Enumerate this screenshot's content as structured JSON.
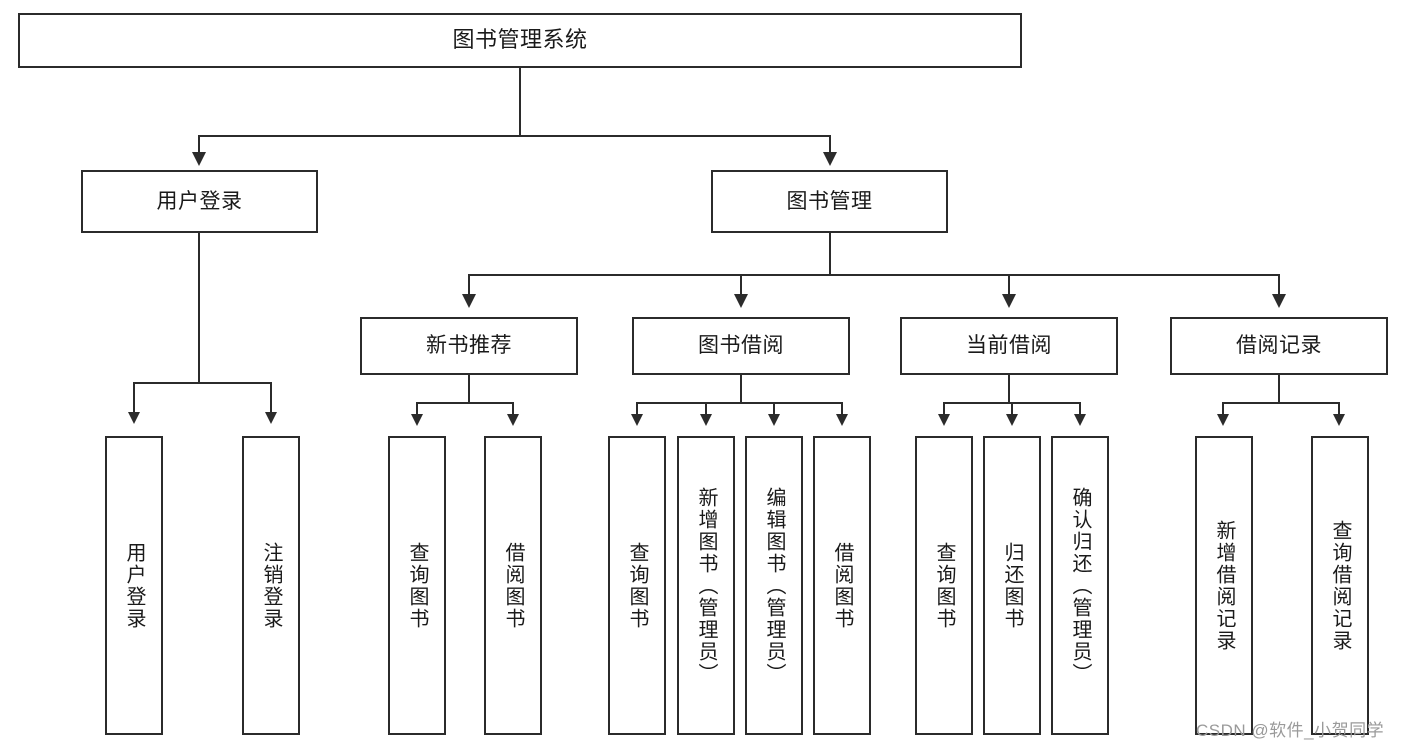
{
  "diagram": {
    "title": "图书管理系统",
    "type": "functional-decomposition-tree",
    "root": {
      "label": "图书管理系统"
    },
    "level2": [
      {
        "id": "user-login",
        "label": "用户登录"
      },
      {
        "id": "book-management",
        "label": "图书管理"
      }
    ],
    "level3": [
      {
        "id": "new-book-recommend",
        "label": "新书推荐"
      },
      {
        "id": "book-borrow",
        "label": "图书借阅"
      },
      {
        "id": "current-borrow",
        "label": "当前借阅"
      },
      {
        "id": "borrow-record",
        "label": "借阅记录"
      }
    ],
    "leaves": {
      "user_login": [
        {
          "id": "leaf-user-login",
          "label": "用户登录"
        },
        {
          "id": "leaf-logout-login",
          "label": "注销登录"
        }
      ],
      "new_book_recommend": [
        {
          "id": "leaf-query-book-1",
          "label": "查询图书"
        },
        {
          "id": "leaf-borrow-book-1",
          "label": "借阅图书"
        }
      ],
      "book_borrow": [
        {
          "id": "leaf-query-book-2",
          "label": "查询图书"
        },
        {
          "id": "leaf-add-book-admin",
          "label": "新增图书（管理员）"
        },
        {
          "id": "leaf-edit-book-admin",
          "label": "编辑图书（管理员）"
        },
        {
          "id": "leaf-borrow-book-2",
          "label": "借阅图书"
        }
      ],
      "current_borrow": [
        {
          "id": "leaf-query-book-3",
          "label": "查询图书"
        },
        {
          "id": "leaf-return-book",
          "label": "归还图书"
        },
        {
          "id": "leaf-confirm-return-admin",
          "label": "确认归还（管理员）"
        }
      ],
      "borrow_record": [
        {
          "id": "leaf-add-borrow-record",
          "label": "新增借阅记录"
        },
        {
          "id": "leaf-query-borrow-record",
          "label": "查询借阅记录"
        }
      ]
    }
  },
  "watermark": {
    "text": "CSDN @软件_小贺同学"
  },
  "colors": {
    "border": "#2b2b2b",
    "background": "#ffffff",
    "text": "#1a1a1a",
    "watermark": "#9a9a9a"
  }
}
